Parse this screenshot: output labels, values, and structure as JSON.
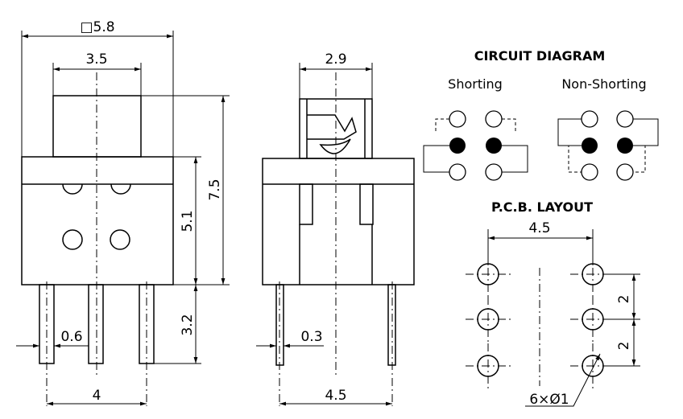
{
  "front_view": {
    "dims": {
      "width": "□5.8",
      "button_width": "3.5",
      "total_height": "7.5",
      "body_height": "5.1",
      "pin_length": "3.2",
      "pin_width": "0.6",
      "pin_pitch": "4"
    }
  },
  "side_view": {
    "dims": {
      "button_width": "2.9",
      "pin_thickness": "0.3",
      "pin_spacing": "4.5"
    }
  },
  "circuit_diagram": {
    "title": "CIRCUIT DIAGRAM",
    "shorting_label": "Shorting",
    "non_shorting_label": "Non-Shorting"
  },
  "pcb_layout": {
    "title": "P.C.B. LAYOUT",
    "dims": {
      "column_spacing": "4.5",
      "row_pitch_upper": "2",
      "row_pitch_lower": "2",
      "hole_spec": "6×Ø1"
    }
  }
}
